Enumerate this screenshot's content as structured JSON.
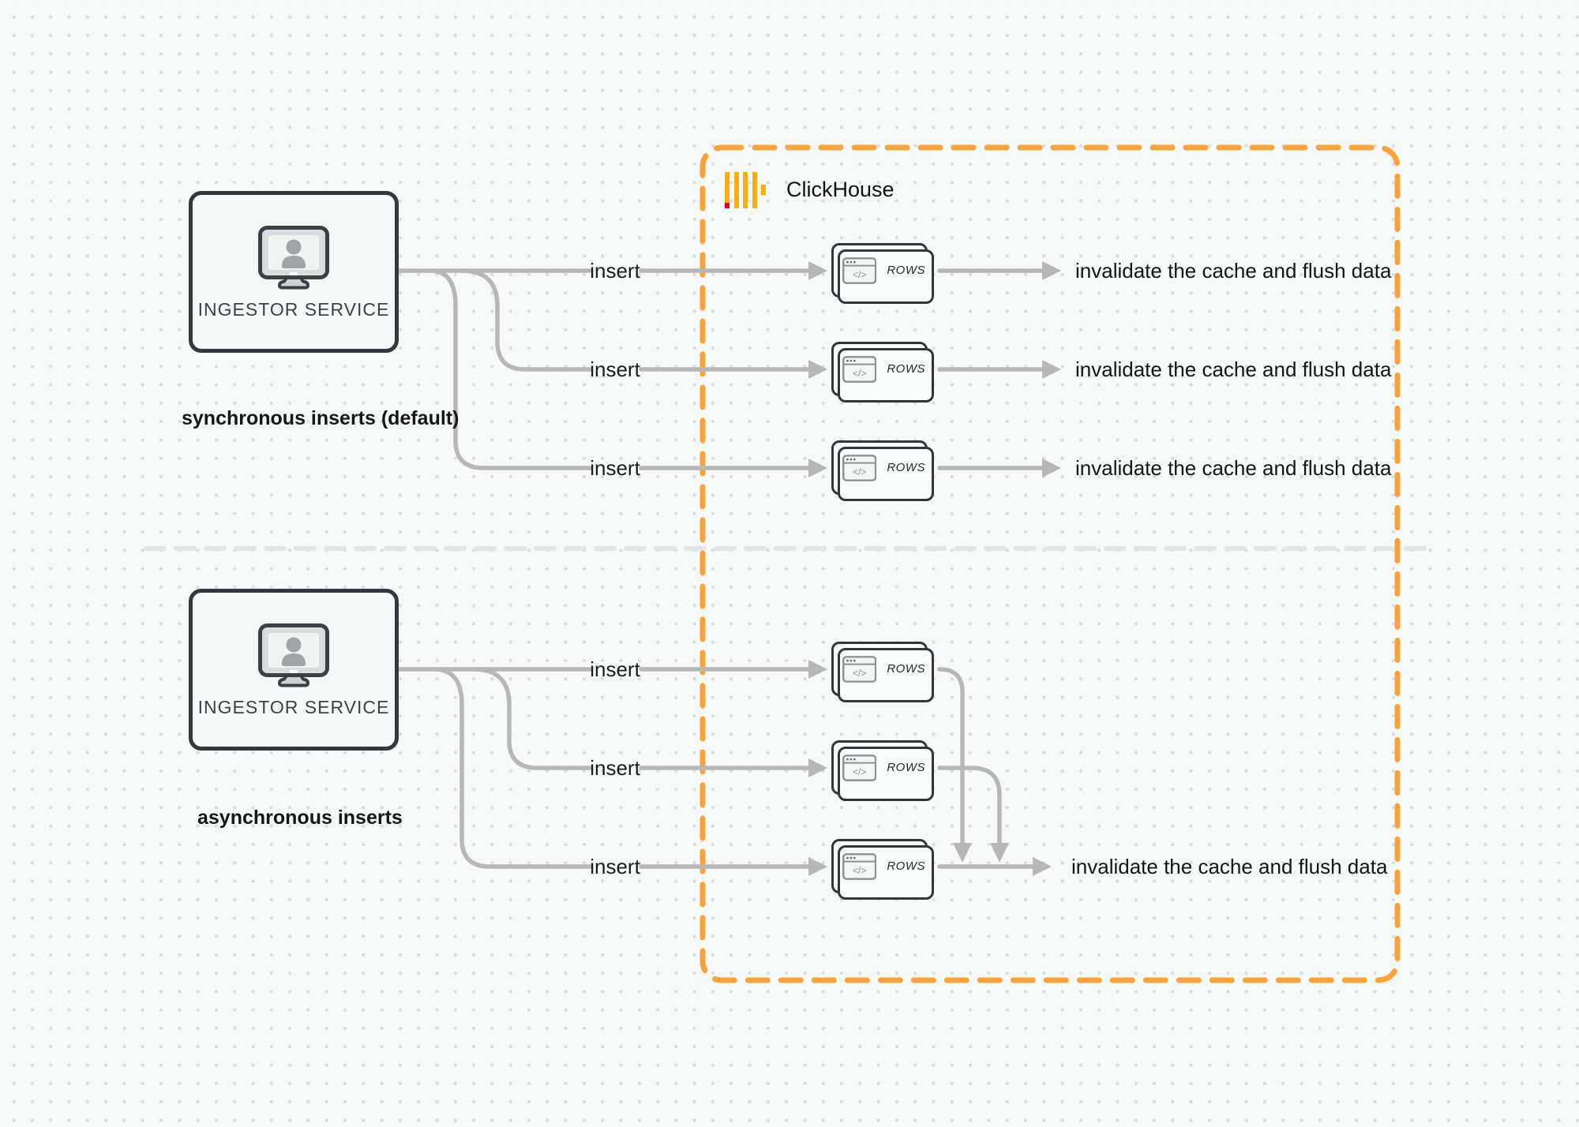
{
  "diagram": {
    "clickhouse": {
      "name": "ClickHouse"
    },
    "sync": {
      "service_label": "INGESTOR SERVICE",
      "caption": "synchronous inserts (default)",
      "rows": [
        {
          "insert": "insert",
          "card": "ROWS",
          "result": "invalidate the cache and flush data"
        },
        {
          "insert": "insert",
          "card": "ROWS",
          "result": "invalidate the cache and flush data"
        },
        {
          "insert": "insert",
          "card": "ROWS",
          "result": "invalidate the cache and flush data"
        }
      ]
    },
    "async": {
      "service_label": "INGESTOR SERVICE",
      "caption": "asynchronous inserts",
      "rows": [
        {
          "insert": "insert",
          "card": "ROWS"
        },
        {
          "insert": "insert",
          "card": "ROWS"
        },
        {
          "insert": "insert",
          "card": "ROWS",
          "result": "invalidate the cache and flush data"
        }
      ]
    },
    "icons": {
      "code_glyph": "</>"
    },
    "colors": {
      "accent_orange": "#F9A338",
      "logo_yellow": "#FAAC13",
      "logo_red": "#E1000F",
      "line_gray": "#B7B7B7",
      "divider_gray": "#E3E5E6",
      "background": "#F7F8F8"
    }
  }
}
